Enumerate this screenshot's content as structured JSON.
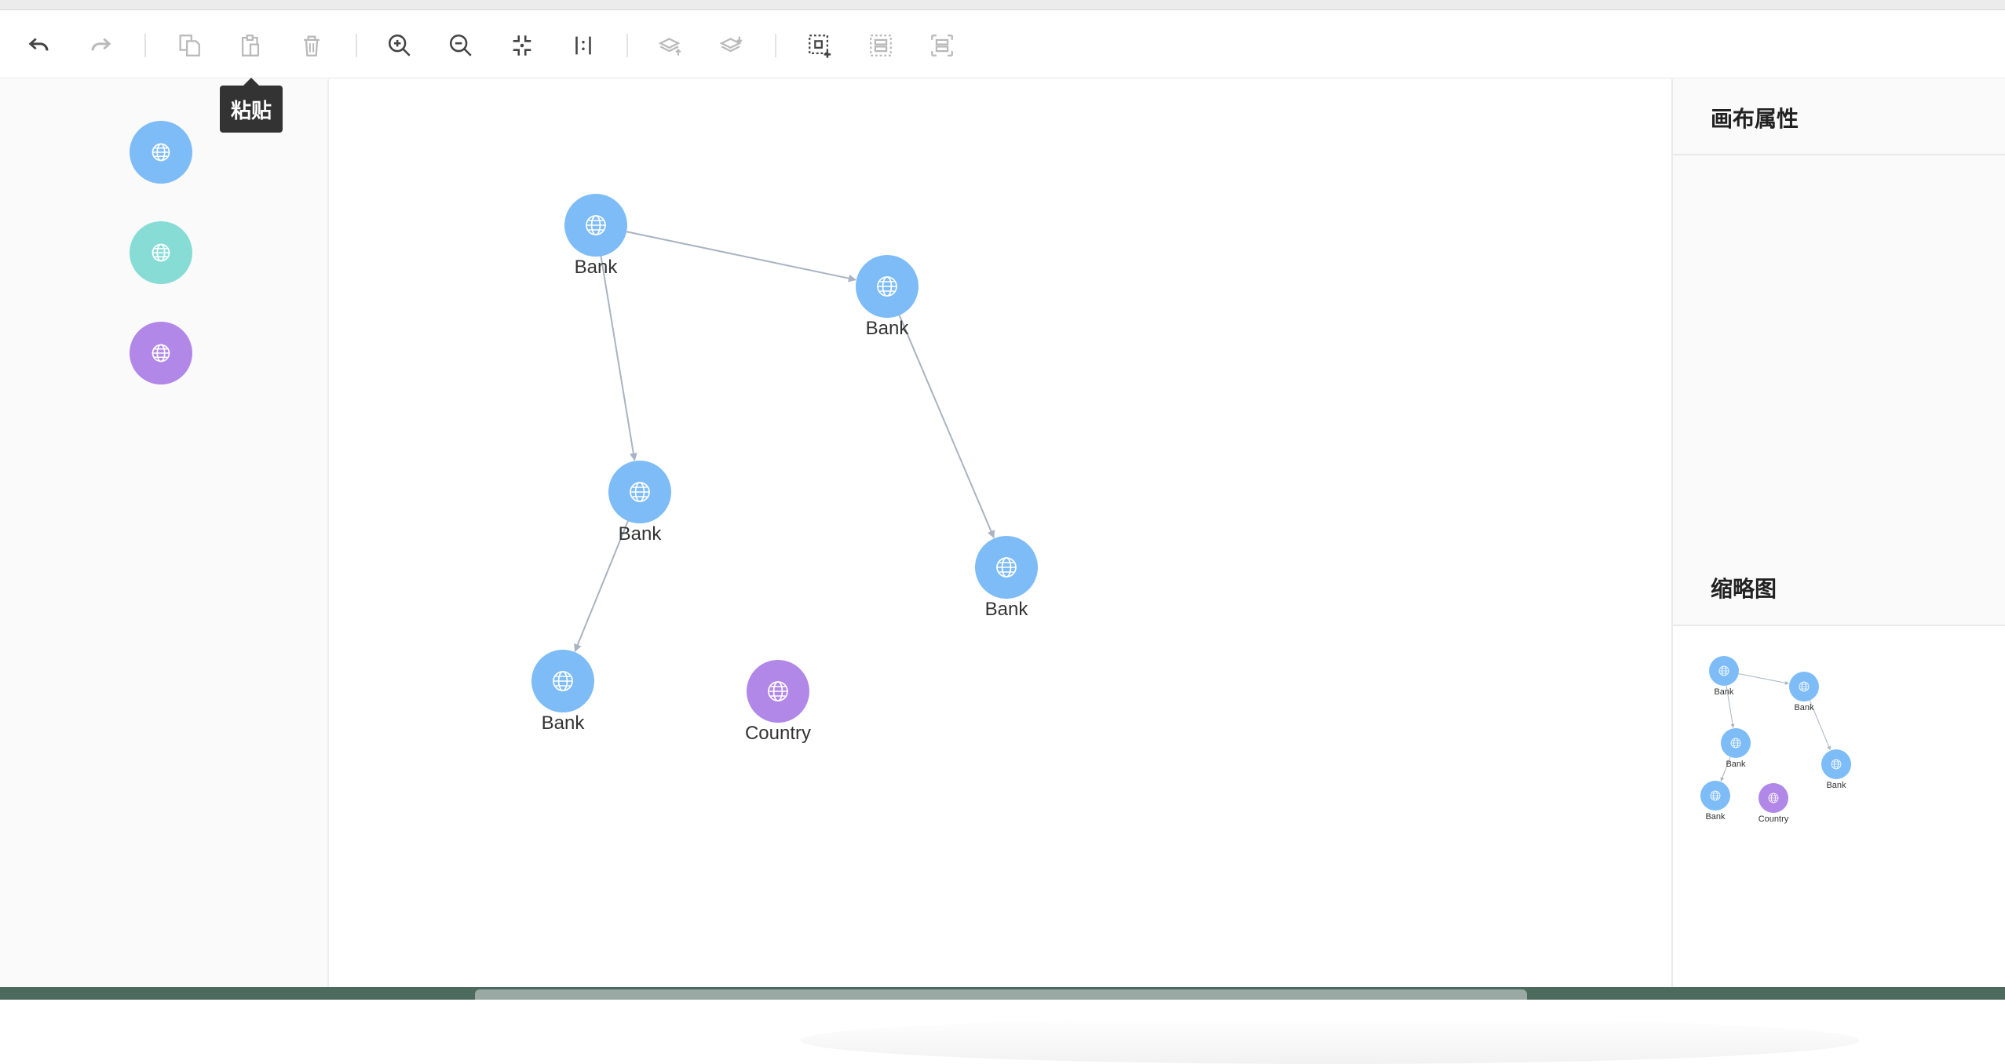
{
  "tooltip": {
    "text": "粘贴"
  },
  "toolbar": {
    "buttons": [
      {
        "name": "undo",
        "enabled": true
      },
      {
        "name": "redo",
        "enabled": false
      },
      {
        "name": "copy",
        "enabled": false
      },
      {
        "name": "paste",
        "enabled": false
      },
      {
        "name": "delete",
        "enabled": false
      },
      {
        "name": "zoom-in",
        "enabled": true
      },
      {
        "name": "zoom-out",
        "enabled": true
      },
      {
        "name": "fit-view",
        "enabled": true
      },
      {
        "name": "actual-size",
        "enabled": true
      },
      {
        "name": "bring-to-front",
        "enabled": false
      },
      {
        "name": "send-to-back",
        "enabled": false
      },
      {
        "name": "multi-select",
        "enabled": true
      },
      {
        "name": "add-group",
        "enabled": false
      },
      {
        "name": "ungroup",
        "enabled": false
      }
    ]
  },
  "palette": [
    {
      "type": "Bank",
      "color": "#7dbcf7"
    },
    {
      "type": "unknown",
      "color": "#87dcd6"
    },
    {
      "type": "Country",
      "color": "#b187e8"
    }
  ],
  "graph": {
    "nodes": [
      {
        "id": "n1",
        "label": "Bank",
        "color": "#7dbcf7"
      },
      {
        "id": "n2",
        "label": "Bank",
        "color": "#7dbcf7"
      },
      {
        "id": "n3",
        "label": "Bank",
        "color": "#7dbcf7"
      },
      {
        "id": "n4",
        "label": "Bank",
        "color": "#7dbcf7"
      },
      {
        "id": "n5",
        "label": "Bank",
        "color": "#7dbcf7"
      },
      {
        "id": "n6",
        "label": "Country",
        "color": "#b187e8"
      }
    ],
    "edges": [
      {
        "source": "n1",
        "target": "n2"
      },
      {
        "source": "n1",
        "target": "n3"
      },
      {
        "source": "n2",
        "target": "n4"
      },
      {
        "source": "n3",
        "target": "n5"
      }
    ]
  },
  "right_panel": {
    "canvas_props_title": "画布属性",
    "minimap_title": "缩略图"
  },
  "colors": {
    "edge": "#a9b3c1",
    "disabled_icon": "#b9b9b9",
    "enabled_icon": "#444444"
  }
}
